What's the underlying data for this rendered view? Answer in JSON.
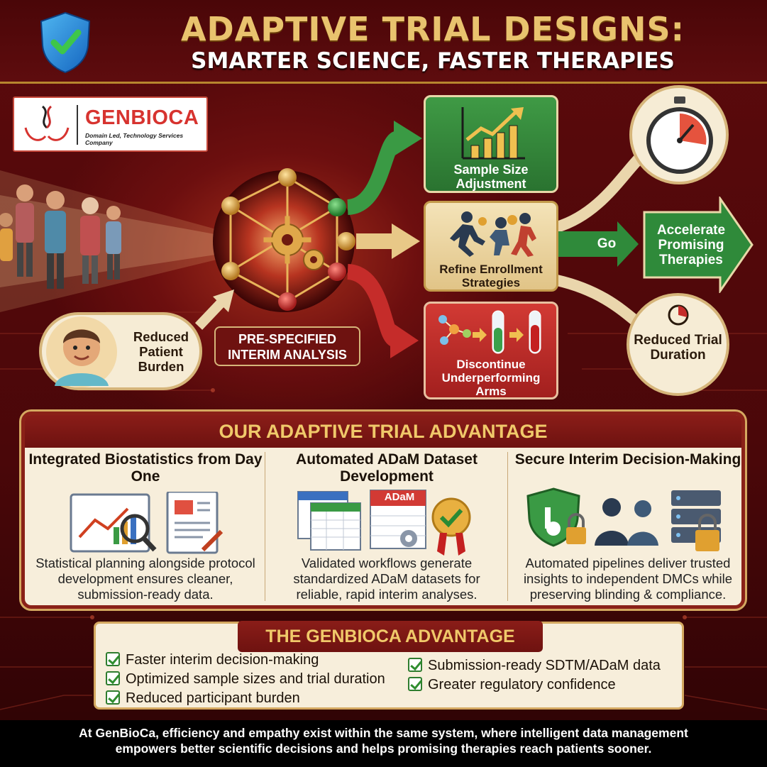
{
  "header": {
    "title_line1": "ADAPTIVE TRIAL DESIGNS:",
    "title_line2": "SMARTER SCIENCE, FASTER THERAPIES"
  },
  "logo": {
    "name": "GENBIOCA",
    "tagline": "Domain Led, Technology Services Company"
  },
  "diagram": {
    "patient_label": "Reduced Patient Burden",
    "interim_label": "PRE-SPECIFIED INTERIM ANALYSIS",
    "outcomes": {
      "sample_size": "Sample Size Adjustment",
      "enrollment": "Refine Enrollment Strategies",
      "discontinue": "Discontinue Underperforming Arms"
    },
    "go_label": "Go",
    "accelerate": "Accelerate Promising Therapies",
    "reduced_duration": "Reduced Trial Duration"
  },
  "advantage": {
    "title": "OUR ADAPTIVE TRIAL ADVANTAGE",
    "columns": [
      {
        "heading": "Integrated Biostatistics from Day One",
        "text": "Statistical planning alongside protocol development ensures cleaner, submission-ready data."
      },
      {
        "heading": "Automated ADaM Dataset Development",
        "text": "Validated workflows generate standardized ADaM datasets for reliable, rapid interim analyses.",
        "badge": "ADaM"
      },
      {
        "heading": "Secure Interim Decision-Making",
        "text": "Automated pipelines deliver trusted insights to independent DMCs while preserving blinding & compliance."
      }
    ]
  },
  "genbioca_advantage": {
    "title": "THE GENBIOCA ADVANTAGE",
    "left_items": [
      "Faster interim decision-making",
      "Optimized sample sizes and trial duration",
      "Reduced participant burden"
    ],
    "right_items": [
      "Submission-ready SDTM/ADaM data",
      "Greater regulatory confidence"
    ]
  },
  "footer": {
    "line1": "At GenBioCa, efficiency and empathy exist within the same system, where intelligent data management",
    "line2": "empowers better scientific decisions and helps promising therapies reach patients sooner."
  },
  "colors": {
    "maroon": "#5c0a0c",
    "gold": "#e9c36e",
    "green": "#2f8a3a",
    "red": "#c52c2a",
    "cream": "#f7eedb"
  }
}
